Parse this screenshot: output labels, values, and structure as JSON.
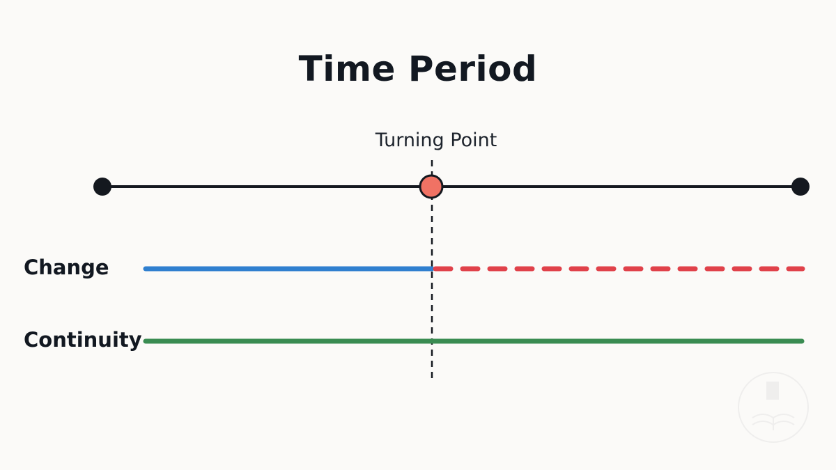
{
  "title": "Time Period",
  "turning_point_label": "Turning Point",
  "rows": [
    {
      "label": "Change"
    },
    {
      "label": "Continuity"
    }
  ],
  "colors": {
    "background": "#fbfaf8",
    "timeline": "#14181f",
    "turning_point_fill": "#f07264",
    "change_before": "#2f7fcf",
    "change_after": "#e0414a",
    "continuity": "#3a8c52"
  },
  "icons": {
    "watermark": "book-logo-watermark"
  }
}
